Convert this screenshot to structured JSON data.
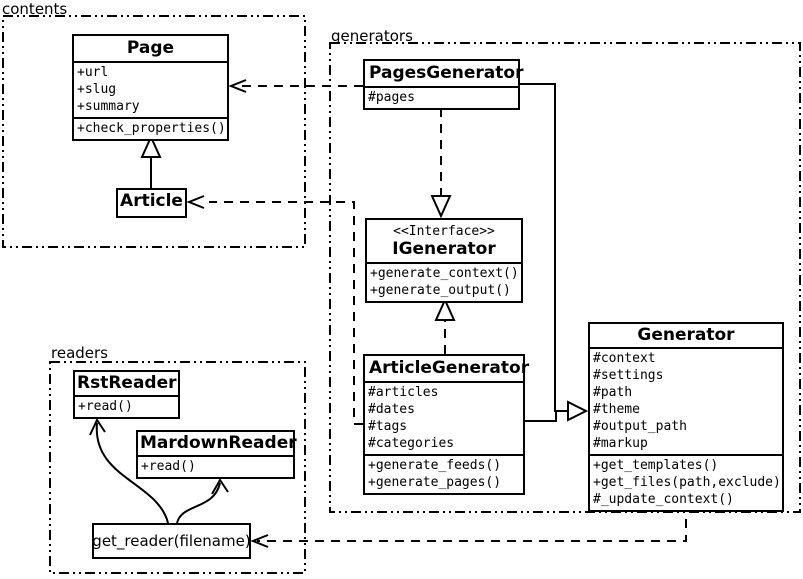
{
  "colors": {
    "line": "#000000",
    "background": "#ffffff"
  },
  "packages": {
    "contents": {
      "label": "contents"
    },
    "generators": {
      "label": "generators"
    },
    "readers": {
      "label": "readers"
    }
  },
  "classes": {
    "page": {
      "name": "Page",
      "attributes": [
        "+url",
        "+slug",
        "+summary"
      ],
      "methods": [
        "+check_properties()"
      ]
    },
    "article": {
      "name": "Article"
    },
    "pages_generator": {
      "name": "PagesGenerator",
      "attributes": [
        "#pages"
      ]
    },
    "igenerator": {
      "stereotype": "<<Interface>>",
      "name": "IGenerator",
      "methods": [
        "+generate_context()",
        "+generate_output()"
      ]
    },
    "article_generator": {
      "name": "ArticleGenerator",
      "attributes": [
        "#articles",
        "#dates",
        "#tags",
        "#categories"
      ],
      "methods": [
        "+generate_feeds()",
        "+generate_pages()"
      ]
    },
    "generator": {
      "name": "Generator",
      "attributes": [
        "#context",
        "#settings",
        "#path",
        "#theme",
        "#output_path",
        "#markup"
      ],
      "methods": [
        "+get_templates()",
        "+get_files(path,exclude)",
        "#_update_context()"
      ]
    },
    "rst_reader": {
      "name": "RstReader",
      "methods": [
        "+read()"
      ]
    },
    "mardown_reader": {
      "name": "MardownReader",
      "methods": [
        "+read()"
      ]
    },
    "get_reader": {
      "label": "get_reader(filename)"
    }
  },
  "relationships": [
    {
      "type": "generalization",
      "from": "Article",
      "to": "Page"
    },
    {
      "type": "dependency",
      "from": "PagesGenerator",
      "to": "Page"
    },
    {
      "type": "dependency",
      "from": "ArticleGenerator",
      "to": "Article"
    },
    {
      "type": "realization",
      "from": "PagesGenerator",
      "to": "IGenerator"
    },
    {
      "type": "realization",
      "from": "ArticleGenerator",
      "to": "IGenerator"
    },
    {
      "type": "generalization",
      "from": "PagesGenerator",
      "to": "Generator"
    },
    {
      "type": "generalization",
      "from": "ArticleGenerator",
      "to": "Generator"
    },
    {
      "type": "dependency",
      "from": "Generator",
      "to": "get_reader(filename)"
    },
    {
      "type": "arrow",
      "from": "get_reader(filename)",
      "to": "RstReader"
    },
    {
      "type": "arrow",
      "from": "get_reader(filename)",
      "to": "MardownReader"
    }
  ]
}
